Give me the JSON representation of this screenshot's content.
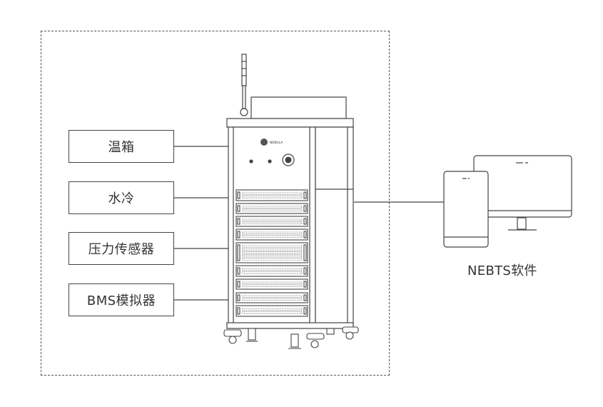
{
  "components": [
    {
      "label": "温箱"
    },
    {
      "label": "水冷"
    },
    {
      "label": "压力传感器"
    },
    {
      "label": "BMS模拟器"
    }
  ],
  "device": {
    "logo_text": "NEBULA"
  },
  "software": {
    "label": "NEBTS软件"
  }
}
